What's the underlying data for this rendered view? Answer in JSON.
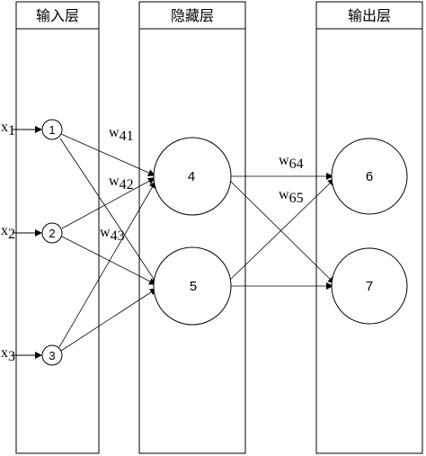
{
  "layers": {
    "input": {
      "title": "输入层"
    },
    "hidden": {
      "title": "隐藏层"
    },
    "output": {
      "title": "输出层"
    }
  },
  "nodes": {
    "n1": "1",
    "n2": "2",
    "n3": "3",
    "n4": "4",
    "n5": "5",
    "n6": "6",
    "n7": "7"
  },
  "inputs": [
    {
      "var": "x",
      "sub": "1"
    },
    {
      "var": "x",
      "sub": "2"
    },
    {
      "var": "x",
      "sub": "3"
    }
  ],
  "weights": [
    {
      "var": "w",
      "sub": "41"
    },
    {
      "var": "w",
      "sub": "42"
    },
    {
      "var": "w",
      "sub": "43"
    },
    {
      "var": "w",
      "sub": "64"
    },
    {
      "var": "w",
      "sub": "65"
    }
  ]
}
